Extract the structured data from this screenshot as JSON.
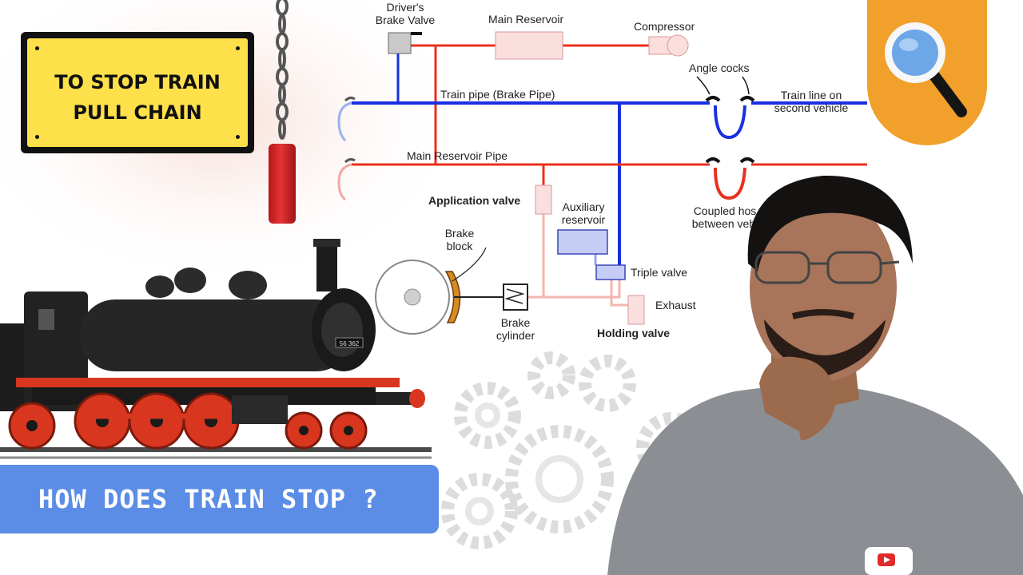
{
  "sign": {
    "line1": "TO STOP TRAIN",
    "line2": "PULL CHAIN"
  },
  "banner": {
    "text": "HOW DOES TRAIN STOP ?"
  },
  "diagram": {
    "drivers_brake_valve": [
      "Driver's",
      "Brake Valve"
    ],
    "main_reservoir": "Main Reservoir",
    "compressor": "Compressor",
    "angle_cocks": "Angle cocks",
    "train_line": [
      "Train line on",
      "second vehicle"
    ],
    "train_pipe": "Train pipe (Brake Pipe)",
    "main_reservoir_pipe": "Main Reservoir Pipe",
    "application_valve": "Application valve",
    "auxiliary_reservoir": [
      "Auxiliary",
      "reservoir"
    ],
    "coupled_hoses": [
      "Coupled hos",
      "between vehi"
    ],
    "brake_block": [
      "Brake",
      "block"
    ],
    "triple_valve": "Triple valve",
    "exhaust": "Exhaust",
    "brake_cylinder": [
      "Brake",
      "cylinder"
    ],
    "holding_valve": "Holding valve"
  },
  "locomotive": {
    "plate_number": "56 362"
  },
  "colors": {
    "brake_pipe": "#1a2fe0",
    "main_reservoir_pipe": "#e8301e",
    "sign_yellow": "#fde04a",
    "banner_blue": "#5b8de6",
    "badge_orange": "#f1a02b",
    "loco_red": "#d8361f"
  },
  "icons": [
    "chain-icon",
    "magnifier-icon",
    "gear-icon",
    "youtube-logo-icon"
  ]
}
